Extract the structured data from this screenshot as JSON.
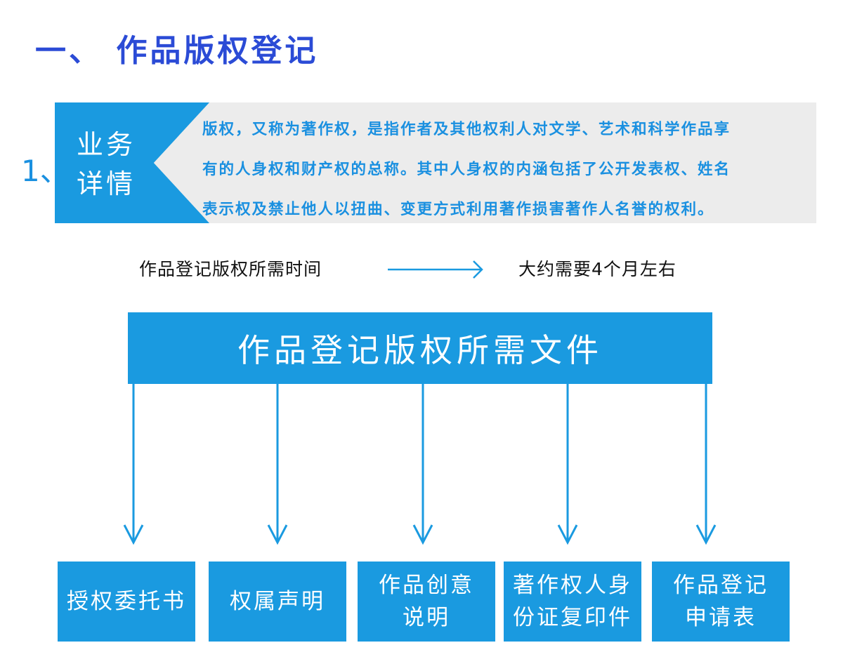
{
  "title": "一、 作品版权登记",
  "section_number": "1、",
  "business": {
    "tag_lines": [
      "业务",
      "详情"
    ],
    "description_lines": [
      "版权，又称为著作权，是指作者及其他权利人对文学、艺术和科学作品享",
      "有的人身权和财产权的总称。其中人身权的内涵包括了公开发表权、姓名",
      "表示权及禁止他人以扭曲、变更方式利用著作损害著作人名誉的权利。"
    ]
  },
  "time": {
    "label": "作品登记版权所需时间",
    "value": "大约需要4个月左右"
  },
  "documents": {
    "header": "作品登记版权所需文件",
    "items": [
      {
        "lines": [
          "授权委托书"
        ]
      },
      {
        "lines": [
          "权属声明"
        ]
      },
      {
        "lines": [
          "作品创意",
          "说明"
        ]
      },
      {
        "lines": [
          "著作权人身",
          "份证复印件"
        ]
      },
      {
        "lines": [
          "作品登记",
          "申请表"
        ]
      }
    ]
  },
  "colors": {
    "accent": "#1a9ae0",
    "title": "#2b4bd6",
    "panel_bg": "#ececec"
  }
}
